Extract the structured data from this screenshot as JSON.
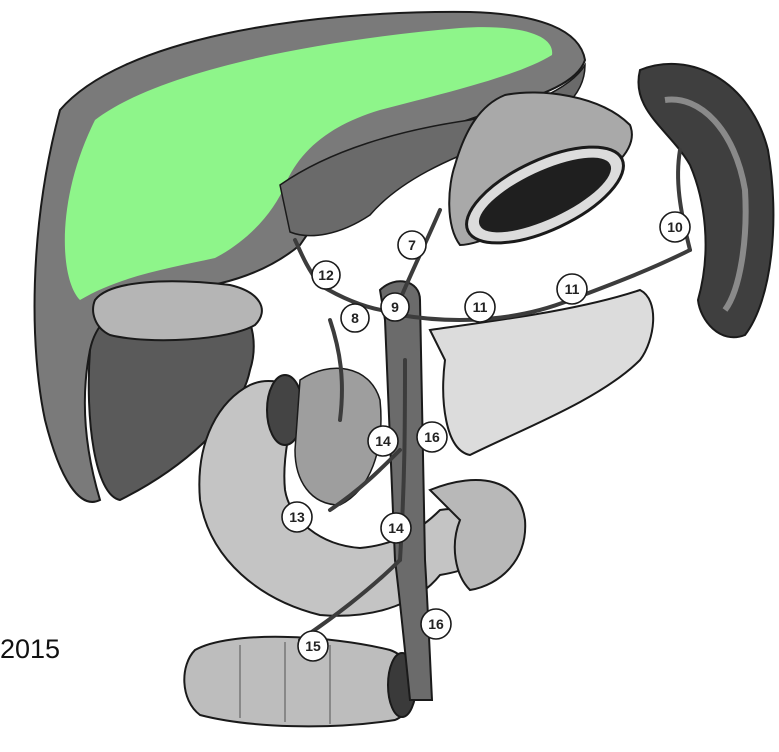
{
  "year_caption": "2015",
  "colors": {
    "highlight": "#8ef58a",
    "organ_dark": "#6e6e6e",
    "organ_mid": "#9a9a9a",
    "organ_light": "#c9c9c9",
    "outline": "#1a1a1a",
    "vessel": "#5c5c5c"
  },
  "labels": [
    "7",
    "8",
    "9",
    "10",
    "11",
    "11",
    "12",
    "13",
    "14",
    "14",
    "15",
    "16",
    "16"
  ]
}
